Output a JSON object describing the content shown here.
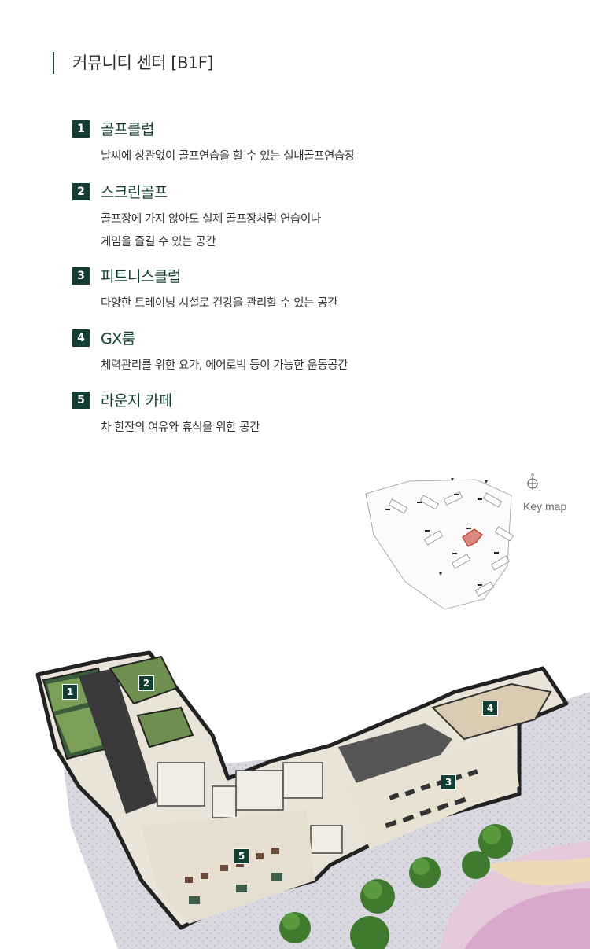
{
  "page": {
    "title": "커뮤니티 센터 [B1F]"
  },
  "facilities": [
    {
      "num": "1",
      "name": "골프클럽",
      "desc": [
        "날씨에 상관없이 골프연습을 할 수 있는 실내골프연습장"
      ]
    },
    {
      "num": "2",
      "name": "스크린골프",
      "desc": [
        "골프장에 가지 않아도 실제 골프장처럼 연습이나",
        "게임을 즐길 수 있는 공간"
      ]
    },
    {
      "num": "3",
      "name": "피트니스클럽",
      "desc": [
        "다양한 트레이닝 시설로 건강을 관리할 수 있는 공간"
      ]
    },
    {
      "num": "4",
      "name": "GX룸",
      "desc": [
        "체력관리를 위한 요가, 에어로빅 등이 가능한 운동공간"
      ]
    },
    {
      "num": "5",
      "name": "라운지 카페",
      "desc": [
        "차 한잔의 여유와 휴식을 위한 공간"
      ]
    }
  ],
  "keymap": {
    "label": "Key map",
    "north": "N"
  },
  "plan_labels": [
    "1",
    "2",
    "3",
    "4",
    "5"
  ],
  "colors": {
    "accent": "#123f34",
    "highlight": "#c0392b"
  }
}
